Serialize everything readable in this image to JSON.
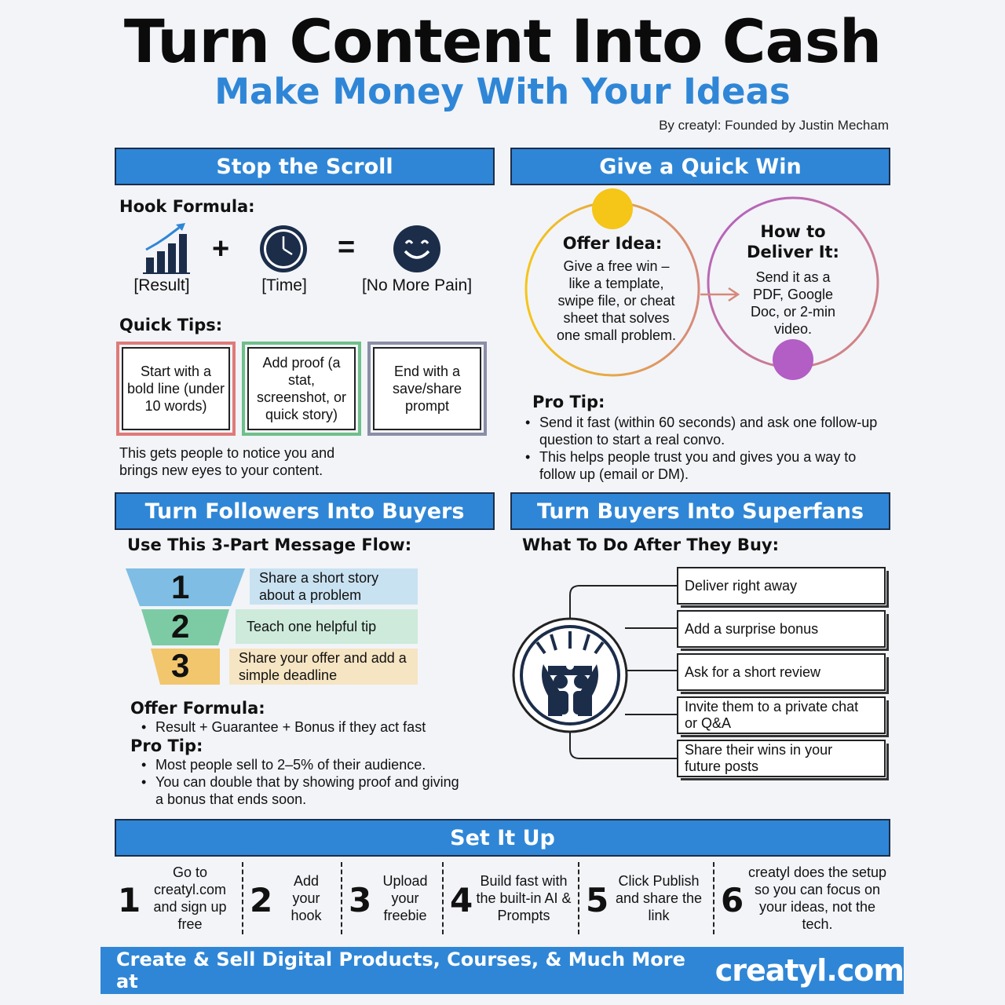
{
  "header": {
    "title": "Turn Content Into Cash",
    "subtitle": "Make Money With Your Ideas",
    "byline": "By creatyl: Founded by Justin Mecham"
  },
  "stop_scroll": {
    "heading": "Stop the Scroll",
    "hook_label": "Hook Formula:",
    "formula": {
      "result": "[Result]",
      "time": "[Time]",
      "pain": "[No More Pain]",
      "plus": "+",
      "equals": "="
    },
    "tips_label": "Quick Tips:",
    "tips": [
      {
        "text": "Start with a bold line (under 10 words)",
        "color": "#e07a7a"
      },
      {
        "text": "Add proof (a stat, screenshot, or quick story)",
        "color": "#6fbf8a"
      },
      {
        "text": "End with a save/share prompt",
        "color": "#8a8ea6"
      }
    ],
    "summary_1": "This gets people to notice you and",
    "summary_2": "brings new eyes to your content."
  },
  "quick_win": {
    "heading": "Give a Quick Win",
    "offer_title": "Offer Idea:",
    "offer_lines": [
      "Give a free win –",
      "like a template,",
      "swipe file, or cheat",
      "sheet that solves",
      "one small problem."
    ],
    "deliver_title_1": "How to",
    "deliver_title_2": "Deliver It:",
    "deliver_lines": [
      "Send it as a",
      "PDF, Google",
      "Doc, or 2-min",
      "video."
    ],
    "pro_tip_label": "Pro Tip:",
    "pro_tips": [
      "Send it fast (within 60 seconds) and ask one follow-up question to start a real convo.",
      "This helps people trust you and gives you a way to follow up (email or DM)."
    ]
  },
  "followers": {
    "heading": "Turn Followers Into Buyers",
    "flow_label": "Use This 3-Part Message Flow:",
    "steps": [
      {
        "num": "1",
        "text": "Share a short story about a problem",
        "color": "#7fbde4",
        "band": "#c9e2f1"
      },
      {
        "num": "2",
        "text": "Teach one helpful tip",
        "color": "#7dcba4",
        "band": "#cdeadb"
      },
      {
        "num": "3",
        "text": "Share your offer and add a simple deadline",
        "color": "#f2c66d",
        "band": "#f6e5c3"
      }
    ],
    "offer_label": "Offer Formula:",
    "offer_items": [
      "Result + Guarantee + Bonus if they act fast"
    ],
    "pro_tip_label": "Pro Tip:",
    "pro_tips": [
      "Most people sell to 2–5% of their audience.",
      "You can double that by showing proof and giving a bonus that ends soon."
    ]
  },
  "superfans": {
    "heading": "Turn Buyers Into Superfans",
    "after_label": "What To Do After They Buy:",
    "items": [
      "Deliver right away",
      "Add a surprise bonus",
      "Ask for a short review",
      "Invite them to a private chat or Q&A",
      "Share their wins in your future posts"
    ]
  },
  "setup": {
    "heading": "Set It Up",
    "steps": [
      {
        "num": "1",
        "text": "Go to creatyl.com and sign up free"
      },
      {
        "num": "2",
        "text": "Add your hook"
      },
      {
        "num": "3",
        "text": "Upload your freebie"
      },
      {
        "num": "4",
        "text": "Build fast with the built-in AI & Prompts"
      },
      {
        "num": "5",
        "text": "Click Publish and share the link"
      },
      {
        "num": "6",
        "text": "creatyl does the setup so you can focus on your ideas, not the tech."
      }
    ]
  },
  "footer": {
    "text": "Create & Sell Digital Products, Courses, & Much More at",
    "brand": "creatyl.com"
  },
  "colors": {
    "accent_blue": "#2f86d6",
    "navy": "#1c2d4a",
    "yellow": "#f5c518",
    "purple": "#b25ec4"
  }
}
